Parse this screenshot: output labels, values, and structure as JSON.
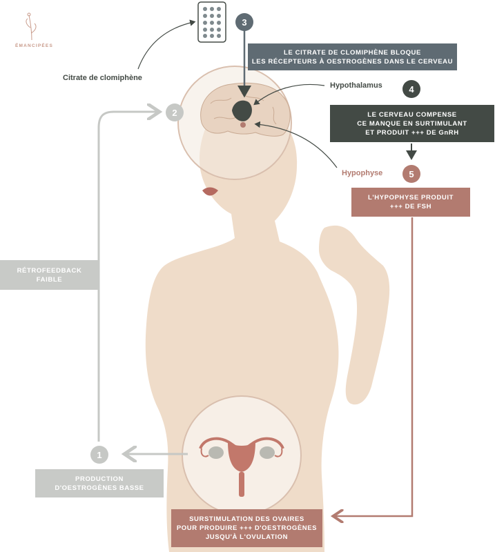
{
  "brand": {
    "name": "ÉMANCIPÉES"
  },
  "steps": {
    "s1": "1",
    "s2": "2",
    "s3": "3",
    "s4": "4",
    "s5": "5"
  },
  "labels": {
    "clomiphene": "Citrate de clomiphène",
    "hypothalamus": "Hypothalamus",
    "hypophyse": "Hypophyse"
  },
  "boxes": {
    "citrate_block": [
      "LE CITRATE DE CLOMIPHÈNE BLOQUE",
      "LES RÉCEPTEURS À OESTROGÈNES DANS LE CERVEAU"
    ],
    "brain_compensates": [
      "LE CERVEAU COMPENSE",
      "CE MANQUE EN SURTIMULANT",
      "ET  PRODUIT +++ DE GnRH"
    ],
    "pituitary_fsh": [
      "L'HYPOPHYSE PRODUIT",
      "+++ DE FSH"
    ],
    "feedback": [
      "RÉTROFEEDBACK",
      "FAIBLE"
    ],
    "low_estrogen": [
      "PRODUCTION",
      "D'OESTROGÈNES BASSE"
    ],
    "ovary_stim": [
      "SURSTIMULATION DES OVAIRES",
      "POUR PRODUIRE +++ D'OESTROGÈNES",
      "JUSQU'À L'OVULATION"
    ]
  },
  "colors": {
    "slate": "#5f6b73",
    "dark": "#434a45",
    "rose": "#b27b70",
    "grey": "#c8cac7",
    "skin": "#efdcc9"
  },
  "icons": [
    "pill-pack-icon",
    "brain-icon",
    "uterus-icon",
    "leaf-logo-icon"
  ]
}
